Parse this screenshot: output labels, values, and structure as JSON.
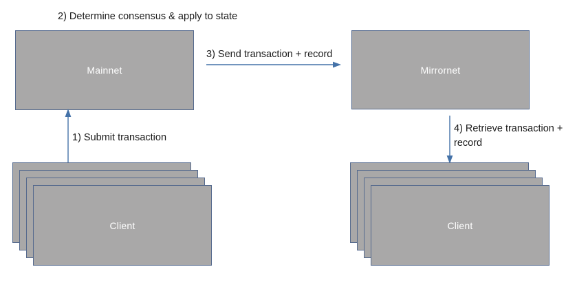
{
  "diagram": {
    "title": "Mainnet and Mirrornet transaction flow",
    "background_color": "#FFFFFF",
    "node_fill_color": "#A9A8A8",
    "node_border_color": "#54698D",
    "node_text_color": "#FFFFFF",
    "arrow_color": "#4472A8",
    "label_text_color": "#1A1A1A"
  },
  "nodes": {
    "mainnet": {
      "label": "Mainnet"
    },
    "mirrornet": {
      "label": "Mirrornet"
    },
    "client_left": {
      "label": "Client",
      "sheet_count": 4
    },
    "client_right": {
      "label": "Client",
      "sheet_count": 4
    }
  },
  "connectors": {
    "step1": {
      "label": "1) Submit transaction",
      "direction": "up",
      "from": "client_left",
      "to": "mainnet"
    },
    "step2": {
      "label": "2) Determine consensus & apply to state",
      "direction": "none",
      "from": "mainnet",
      "to": "mainnet"
    },
    "step3": {
      "label": "3) Send transaction + record",
      "direction": "right",
      "from": "mainnet",
      "to": "mirrornet"
    },
    "step4": {
      "label": "4) Retrieve transaction + record",
      "direction": "down",
      "from": "mirrornet",
      "to": "client_right"
    }
  }
}
